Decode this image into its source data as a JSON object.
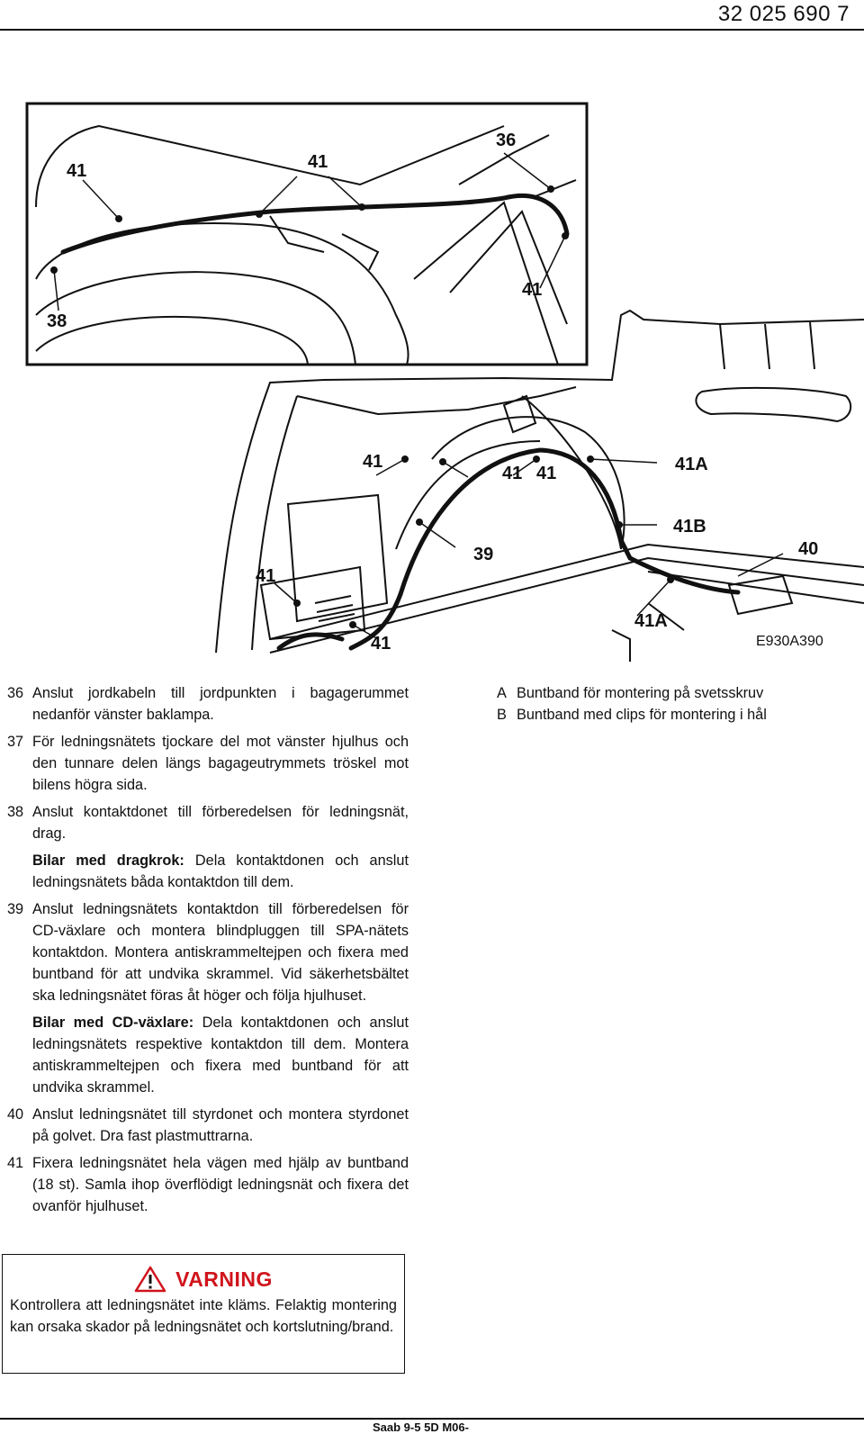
{
  "header": {
    "doc_number": "32 025 690  7"
  },
  "figure": {
    "code": "E930A390",
    "callouts": {
      "c36": "36",
      "c41_inset_a": "41",
      "c41_inset_b": "41",
      "c41_inset_c": "41",
      "c38": "38",
      "c41_main_a": "41",
      "c41_main_b": "41",
      "c41_main_c": "41",
      "c41A_top": "41A",
      "c41B": "41B",
      "c40": "40",
      "c39": "39",
      "c41_left": "41",
      "c41_bottom": "41",
      "c41A_bottom": "41A"
    }
  },
  "instructions": [
    {
      "num": "36",
      "text": "Anslut jordkabeln till jordpunkten i bagagerummet nedanför vänster baklampa."
    },
    {
      "num": "37",
      "text": "För ledningsnätets tjockare del mot vänster hjulhus och den tunnare delen längs bagageutrymmets tröskel mot bilens högra sida."
    },
    {
      "num": "38",
      "text": "Anslut kontaktdonet till förberedelsen för ledningsnät, drag."
    },
    {
      "num": "38_note_bold",
      "text": "Bilar med dragkrok:"
    },
    {
      "num": "38_note_text",
      "text": " Dela kontaktdonen och anslut ledningsnätets båda kontaktdon till dem."
    },
    {
      "num": "39",
      "text": "Anslut ledningsnätets kontaktdon till förberedelsen för CD-växlare och montera blindpluggen till SPA-nätets kontaktdon. Montera antiskrammeltejpen och fixera med buntband för att undvika skrammel. Vid säkerhetsbältet ska ledningsnätet föras åt höger och följa hjulhuset."
    },
    {
      "num": "39_note_bold",
      "text": "Bilar med CD-växlare:"
    },
    {
      "num": "39_note_text",
      "text": " Dela kontaktdonen och anslut ledningsnätets respektive kontaktdon till dem. Montera antiskrammeltejpen och fixera med buntband för att undvika skrammel."
    },
    {
      "num": "40",
      "text": "Anslut ledningsnätet till styrdonet och montera styrdonet på golvet. Dra fast plastmuttrarna."
    },
    {
      "num": "41",
      "text": "Fixera ledningsnätet hela vägen med hjälp av buntband (18 st). Samla ihop överflödigt ledningsnät och fixera det ovanför hjulhuset."
    }
  ],
  "step_numbers": {
    "s36": "36",
    "s37": "37",
    "s38": "38",
    "s39": "39",
    "s40": "40",
    "s41": "41"
  },
  "legend": [
    {
      "key": "A",
      "text": "Buntband för montering på svetsskruv"
    },
    {
      "key": "B",
      "text": "Buntband med clips för montering i hål"
    }
  ],
  "warning": {
    "title": "VARNING",
    "text": "Kontrollera att ledningsnätet inte kläms. Felaktig montering kan orsaka skador på ledningsnätet och kortslutning/brand.",
    "color": "#d0141c"
  },
  "footer": {
    "text": "Saab 9-5 5D M06-"
  }
}
